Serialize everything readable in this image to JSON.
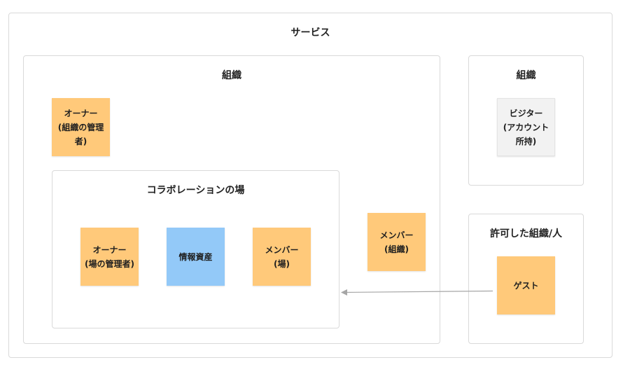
{
  "colors": {
    "orange": "#ffc97a",
    "blue": "#93c9f8",
    "gray": "#f2f2f2",
    "arrow": "#a6a6a6"
  },
  "service": {
    "title": "サービス"
  },
  "org_main": {
    "title": "組織"
  },
  "collab": {
    "title": "コラボレーションの場"
  },
  "org_side": {
    "title": "組織"
  },
  "allowed": {
    "title": "許可した組織/人"
  },
  "notes": {
    "org_owner": "オーナー\n(組織の管理\n者)",
    "space_owner": "オーナー\n(場の管理者)",
    "info_asset": "情報資産",
    "space_member": "メンバー\n(場)",
    "org_member": "メンバー\n(組織)",
    "visitor": "ビジター\n(アカウント\n所持)",
    "guest": "ゲスト"
  },
  "connectors": [
    {
      "from": "guest",
      "to": "collab",
      "style": "arrow"
    }
  ]
}
